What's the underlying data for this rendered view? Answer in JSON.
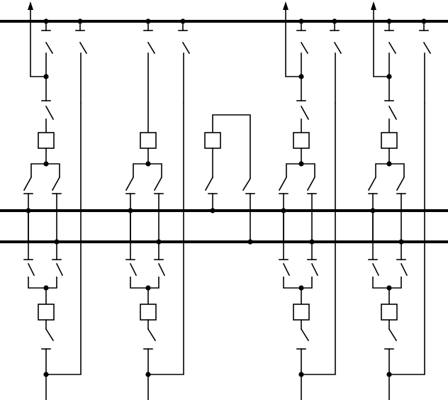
{
  "diagram": {
    "type": "electrical-single-line-switchgear",
    "line_color": "#000000",
    "background": "#ffffff",
    "buses": [
      {
        "id": "top-bus"
      },
      {
        "id": "middle-bus-1"
      },
      {
        "id": "middle-bus-2"
      }
    ],
    "bays": [
      {
        "id": "bay-1",
        "has_outgoing_arrow": true,
        "has_bottom_feeder": true
      },
      {
        "id": "bay-2",
        "has_outgoing_arrow": false,
        "has_bottom_feeder": true
      },
      {
        "id": "bus-coupler",
        "has_outgoing_arrow": false,
        "has_bottom_feeder": false
      },
      {
        "id": "bay-3",
        "has_outgoing_arrow": true,
        "has_bottom_feeder": true
      },
      {
        "id": "bay-4",
        "has_outgoing_arrow": true,
        "has_bottom_feeder": true
      }
    ]
  }
}
